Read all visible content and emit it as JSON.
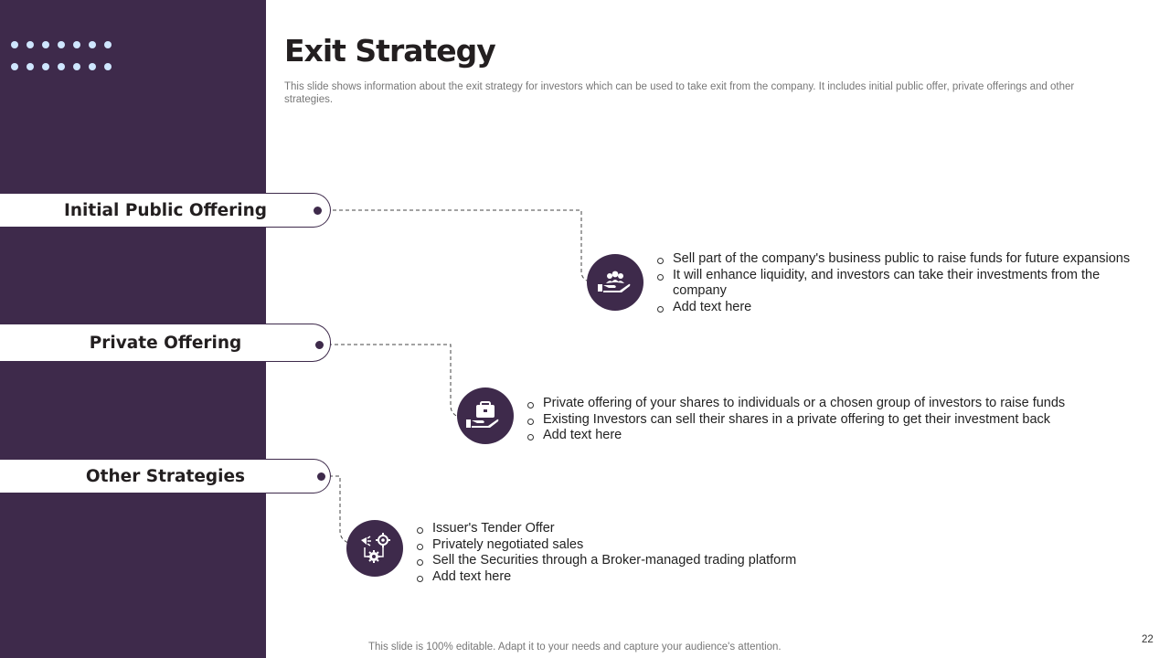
{
  "slide": {
    "title": "Exit Strategy",
    "subtitle": "This slide shows information about the exit strategy for investors which can be used to take exit from the company. It includes initial public offer, private offerings and other strategies.",
    "footer": "This slide is 100% editable. Adapt it to your needs and capture your audience's attention.",
    "page_number": "22"
  },
  "colors": {
    "sidebar": "#3e2a4b",
    "accent_dots": "#cfe6ff",
    "text": "#231f20"
  },
  "strategies": [
    {
      "label": "Initial Public Offering",
      "icon": "hand-holding-people-icon",
      "bullets": [
        "Sell part of the company's business public to raise funds for future expansions",
        "It will enhance liquidity, and investors can take their investments from the company",
        "Add text here"
      ]
    },
    {
      "label": "Private Offering",
      "icon": "hand-holding-briefcase-icon",
      "bullets": [
        "Private offering of your shares to individuals  or a chosen group of investors to raise funds",
        " Existing Investors can sell their shares in a private offering to get their investment back",
        "Add text here"
      ]
    },
    {
      "label": "Other Strategies",
      "icon": "strategy-gears-icon",
      "bullets": [
        "Issuer's Tender Offer",
        "Privately negotiated sales",
        " Sell the Securities through a Broker-managed trading platform",
        "Add text here"
      ]
    }
  ]
}
